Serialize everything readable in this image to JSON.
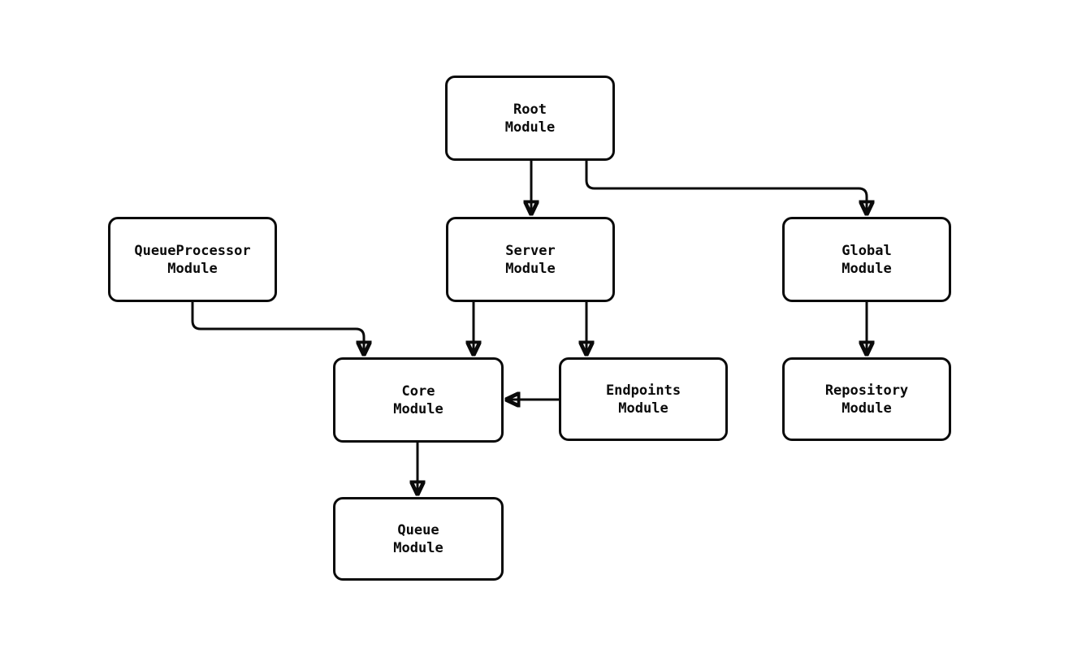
{
  "colors": {
    "stroke": "#0a0a0a",
    "node_fill": "#ffffff",
    "background": "#ffffff"
  },
  "diagram": {
    "type": "flowchart",
    "direction": "top-down",
    "nodes": [
      {
        "id": "root",
        "line1": "Root",
        "line2": "Module"
      },
      {
        "id": "queueprocessor",
        "line1": "QueueProcessor",
        "line2": "Module"
      },
      {
        "id": "server",
        "line1": "Server",
        "line2": "Module"
      },
      {
        "id": "global",
        "line1": "Global",
        "line2": "Module"
      },
      {
        "id": "core",
        "line1": "Core",
        "line2": "Module"
      },
      {
        "id": "endpoints",
        "line1": "Endpoints",
        "line2": "Module"
      },
      {
        "id": "repository",
        "line1": "Repository",
        "line2": "Module"
      },
      {
        "id": "queue",
        "line1": "Queue",
        "line2": "Module"
      }
    ],
    "edges": [
      {
        "from": "root",
        "to": "server",
        "style": "arrow"
      },
      {
        "from": "root",
        "to": "global",
        "style": "arrow"
      },
      {
        "from": "queueprocessor",
        "to": "core",
        "style": "arrow"
      },
      {
        "from": "server",
        "to": "core",
        "style": "arrow"
      },
      {
        "from": "server",
        "to": "endpoints",
        "style": "arrow"
      },
      {
        "from": "endpoints",
        "to": "core",
        "style": "arrow"
      },
      {
        "from": "global",
        "to": "repository",
        "style": "arrow"
      },
      {
        "from": "core",
        "to": "queue",
        "style": "arrow"
      }
    ]
  }
}
